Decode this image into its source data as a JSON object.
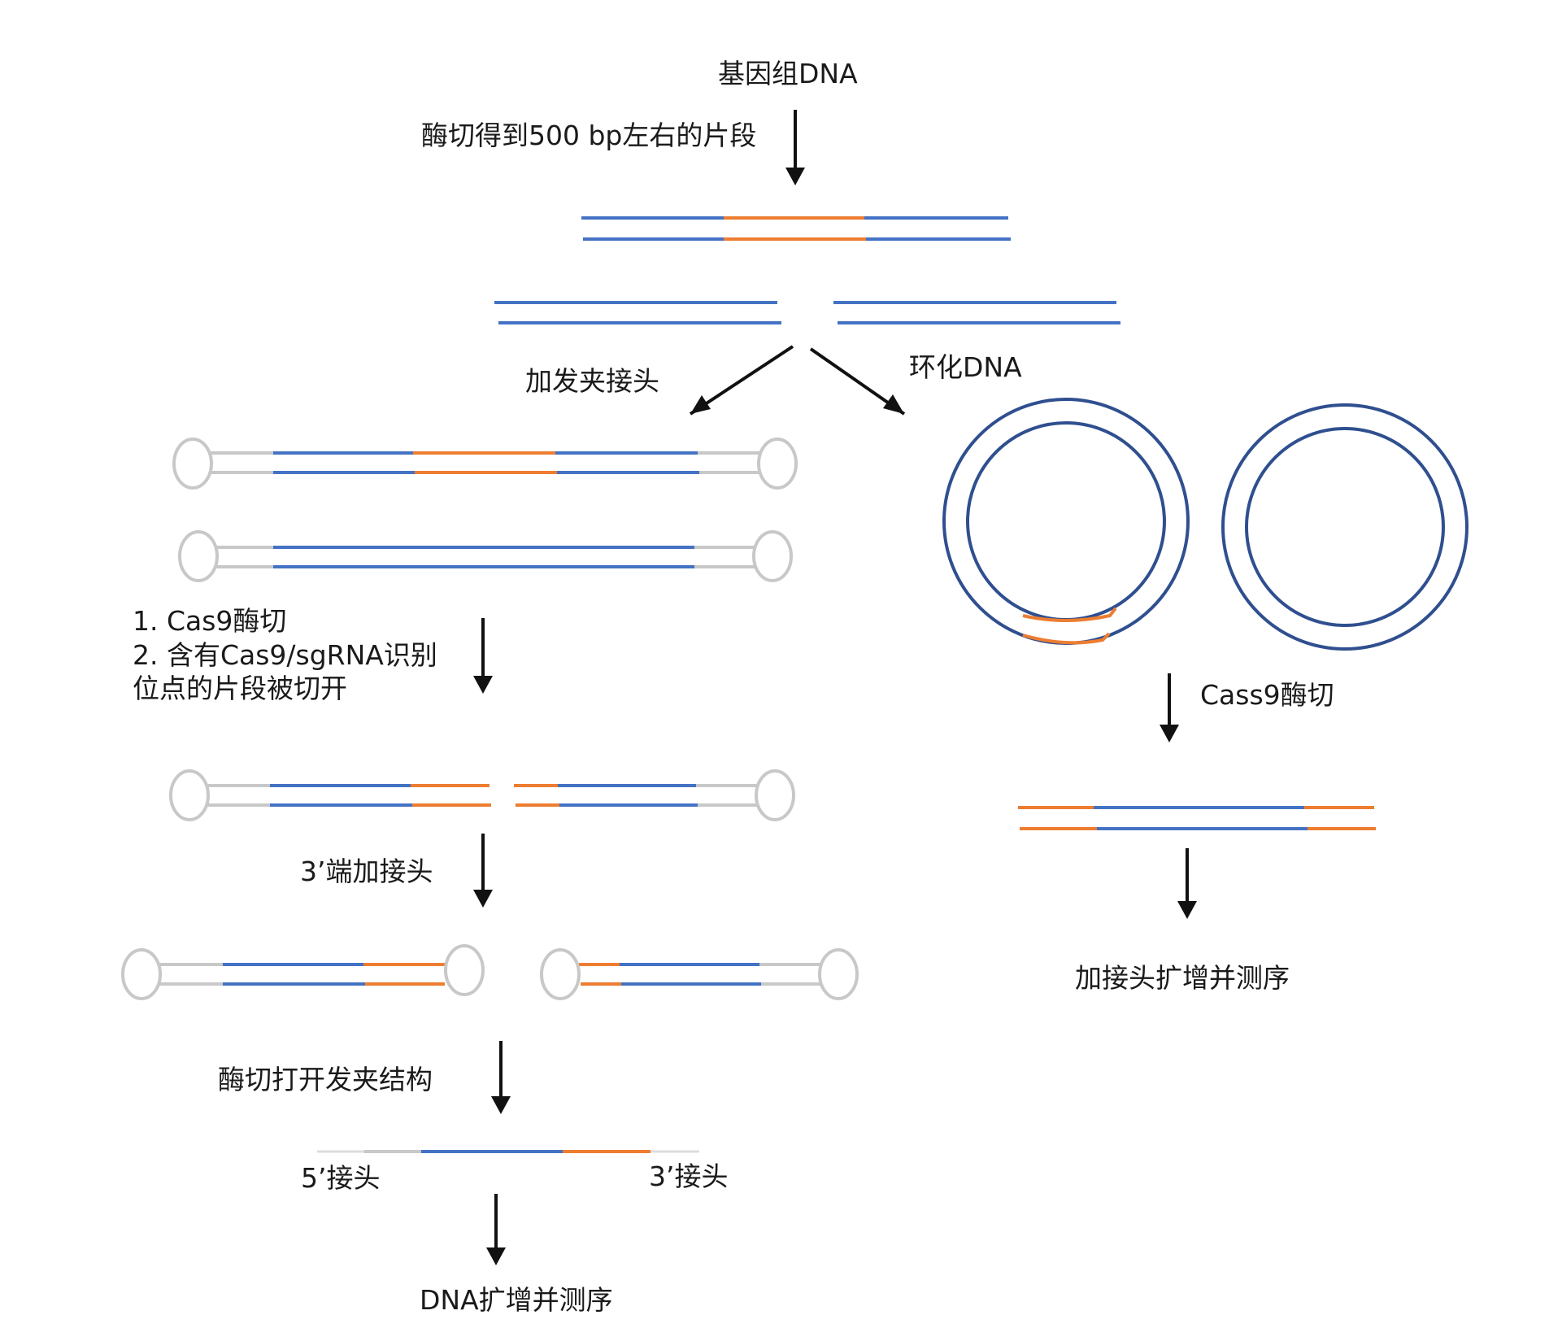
{
  "labels": {
    "genomic_dna": "基因组DNA",
    "digest_500bp": "酶切得到500 bp左右的片段",
    "add_hairpin": "加发夹接头",
    "circularize": "环化DNA",
    "cas9_step1": "1. Cas9酶切",
    "cas9_step2": "2. 含有Cas9/sgRNA识别",
    "cas9_step3": "位点的片段被切开",
    "add_3prime_adapter": "3’端加接头",
    "open_hairpin": "酶切打开发夹结构",
    "adapter_5prime": "5’接头",
    "adapter_3prime": "3’接头",
    "dna_amplify_seq": "DNA扩增并测序",
    "cass9_digest": "Cass9酶切",
    "adapter_amplify_seq": "加接头扩增并测序"
  },
  "colors": {
    "dna_strand": "#4472c4",
    "target_region": "#ed7d31",
    "adapter": "#c8c8c8",
    "circle": "#2f4f8f",
    "arrow": "#111111",
    "text": "#1a1a1a"
  }
}
